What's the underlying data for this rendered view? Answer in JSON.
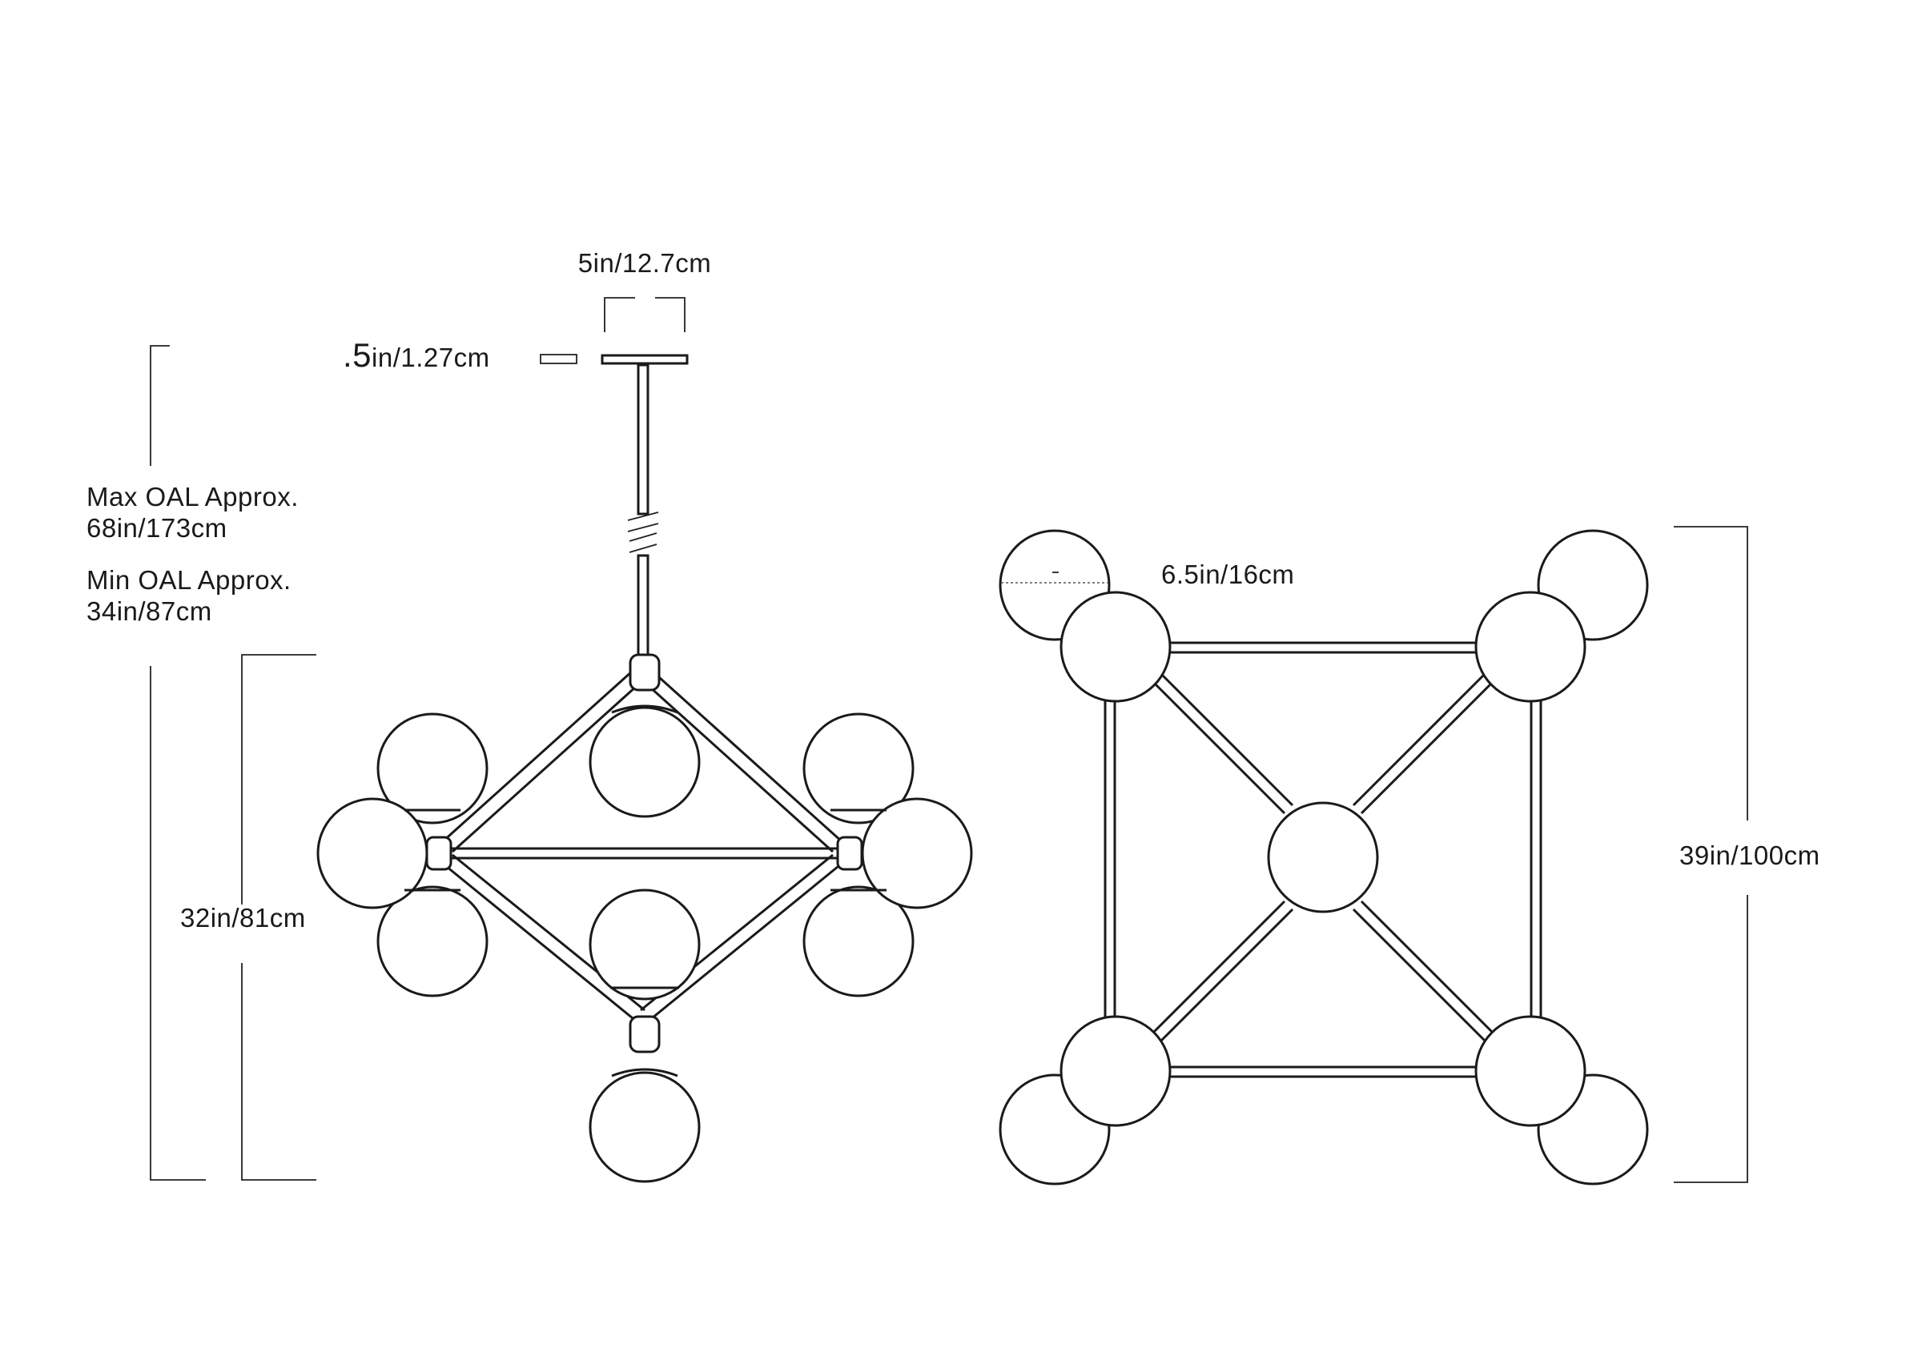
{
  "dimensions": {
    "canopy_width": "5in/12.7cm",
    "canopy_height_num": ".5",
    "canopy_height_rest": "in/1.27cm",
    "max_oal_title": "Max OAL Approx.",
    "max_oal_value": "68in/173cm",
    "min_oal_title": "Min OAL Approx.",
    "min_oal_value": "34in/87cm",
    "body_height": "32in/81cm",
    "globe_diameter": "6.5in/16cm",
    "top_view_size": "39in/100cm"
  },
  "colors": {
    "line": "#1a1a1a",
    "background": "#ffffff"
  }
}
